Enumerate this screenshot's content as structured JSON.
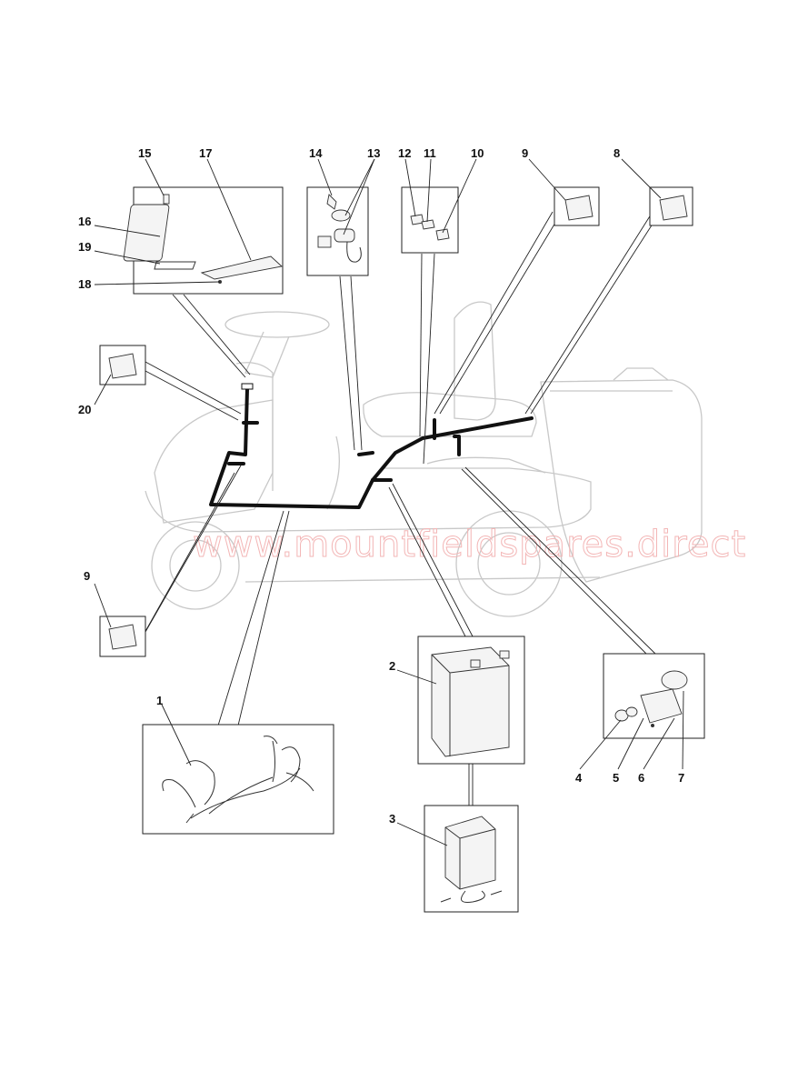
{
  "watermark": "www.mountfieldspares.direct",
  "callouts": {
    "c1": "1",
    "c2": "2",
    "c3": "3",
    "c4": "4",
    "c5": "5",
    "c6": "6",
    "c7": "7",
    "c8": "8",
    "c9a": "9",
    "c9b": "9",
    "c10": "10",
    "c11": "11",
    "c12": "12",
    "c13": "13",
    "c14": "14",
    "c15": "15",
    "c16": "16",
    "c17": "17",
    "c18": "18",
    "c19": "19",
    "c20": "20"
  }
}
